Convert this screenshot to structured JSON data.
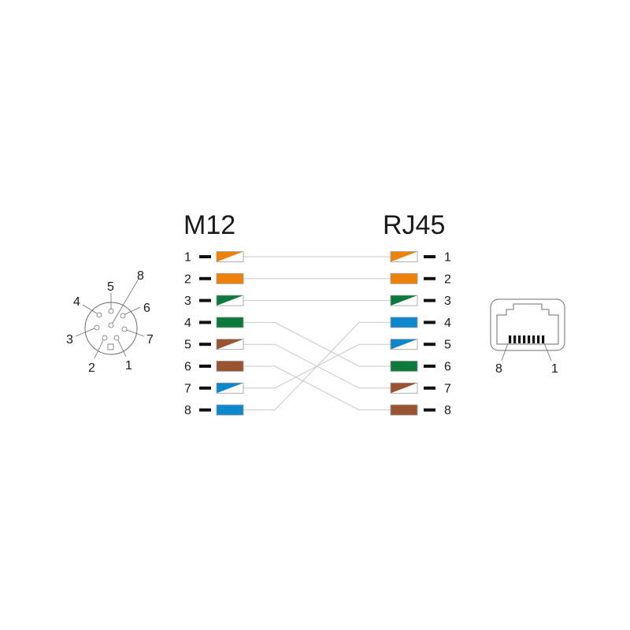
{
  "m12": {
    "title": "M12",
    "pins": [
      {
        "label": "1",
        "color": "orange",
        "striped": true
      },
      {
        "label": "2",
        "color": "orange",
        "striped": false
      },
      {
        "label": "3",
        "color": "green",
        "striped": true
      },
      {
        "label": "4",
        "color": "green",
        "striped": false
      },
      {
        "label": "5",
        "color": "brown",
        "striped": true
      },
      {
        "label": "6",
        "color": "brown",
        "striped": false
      },
      {
        "label": "7",
        "color": "blue",
        "striped": true
      },
      {
        "label": "8",
        "color": "blue",
        "striped": false
      }
    ],
    "face_labels": [
      "1",
      "2",
      "3",
      "4",
      "5",
      "6",
      "7",
      "8"
    ]
  },
  "rj45": {
    "title": "RJ45",
    "pins": [
      {
        "label": "1",
        "color": "orange",
        "striped": true
      },
      {
        "label": "2",
        "color": "orange",
        "striped": false
      },
      {
        "label": "3",
        "color": "green",
        "striped": true
      },
      {
        "label": "4",
        "color": "blue",
        "striped": false
      },
      {
        "label": "5",
        "color": "blue",
        "striped": true
      },
      {
        "label": "6",
        "color": "green",
        "striped": false
      },
      {
        "label": "7",
        "color": "brown",
        "striped": true
      },
      {
        "label": "8",
        "color": "brown",
        "striped": false
      }
    ],
    "face_labels": {
      "left": "8",
      "right": "1"
    }
  },
  "wiring": [
    {
      "m12_pin": "1",
      "rj45_pin": "1"
    },
    {
      "m12_pin": "2",
      "rj45_pin": "2"
    },
    {
      "m12_pin": "3",
      "rj45_pin": "3"
    },
    {
      "m12_pin": "4",
      "rj45_pin": "6"
    },
    {
      "m12_pin": "5",
      "rj45_pin": "7"
    },
    {
      "m12_pin": "6",
      "rj45_pin": "8"
    },
    {
      "m12_pin": "7",
      "rj45_pin": "5"
    },
    {
      "m12_pin": "8",
      "rj45_pin": "4"
    }
  ],
  "colors": {
    "orange": "#ee8208",
    "green": "#0b7a3a",
    "brown": "#9a5431",
    "blue": "#0d88cc",
    "wire": "#c8c8c8"
  }
}
